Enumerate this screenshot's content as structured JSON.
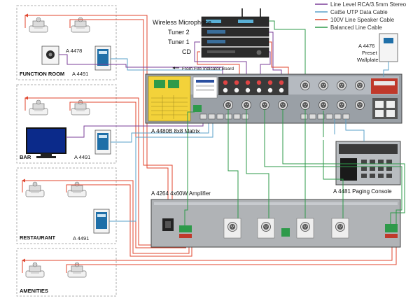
{
  "legend": [
    {
      "label": "Line Level RCA/3.5mm Stereo",
      "color": "#7b3f98"
    },
    {
      "label": "Cat5e UTP Data Cable",
      "color": "#5aa0c8"
    },
    {
      "label": "100V Line Speaker Cable",
      "color": "#e0462e"
    },
    {
      "label": "Balanced Line Cable",
      "color": "#2e9a4a"
    }
  ],
  "sources": {
    "wireless_mic": "Wireless Microphone",
    "tuner2": "Tuner 2",
    "tuner1": "Tuner 1",
    "cd": "CD"
  },
  "rooms": {
    "function_room": "FUNCTION ROOM",
    "bar": "BAR",
    "restaurant": "RESTAURANT",
    "amenities": "AMENITIES"
  },
  "devices": {
    "wallplate_4478": "A 4478",
    "wallplate_4491_function": "A 4491",
    "wallplate_4491_bar": "A 4491",
    "wallplate_4491_restaurant": "A 4491",
    "fire_indicator": "From Fire Indicator Board",
    "matrix": "A 4480B 8x8 Matrix",
    "preset_model": "A 4476",
    "preset_line1": "Preset",
    "preset_line2": "Wallplate",
    "paging_console": "A 4481 Paging Console",
    "amplifier": "A 4264 4x60W Amplifier"
  }
}
